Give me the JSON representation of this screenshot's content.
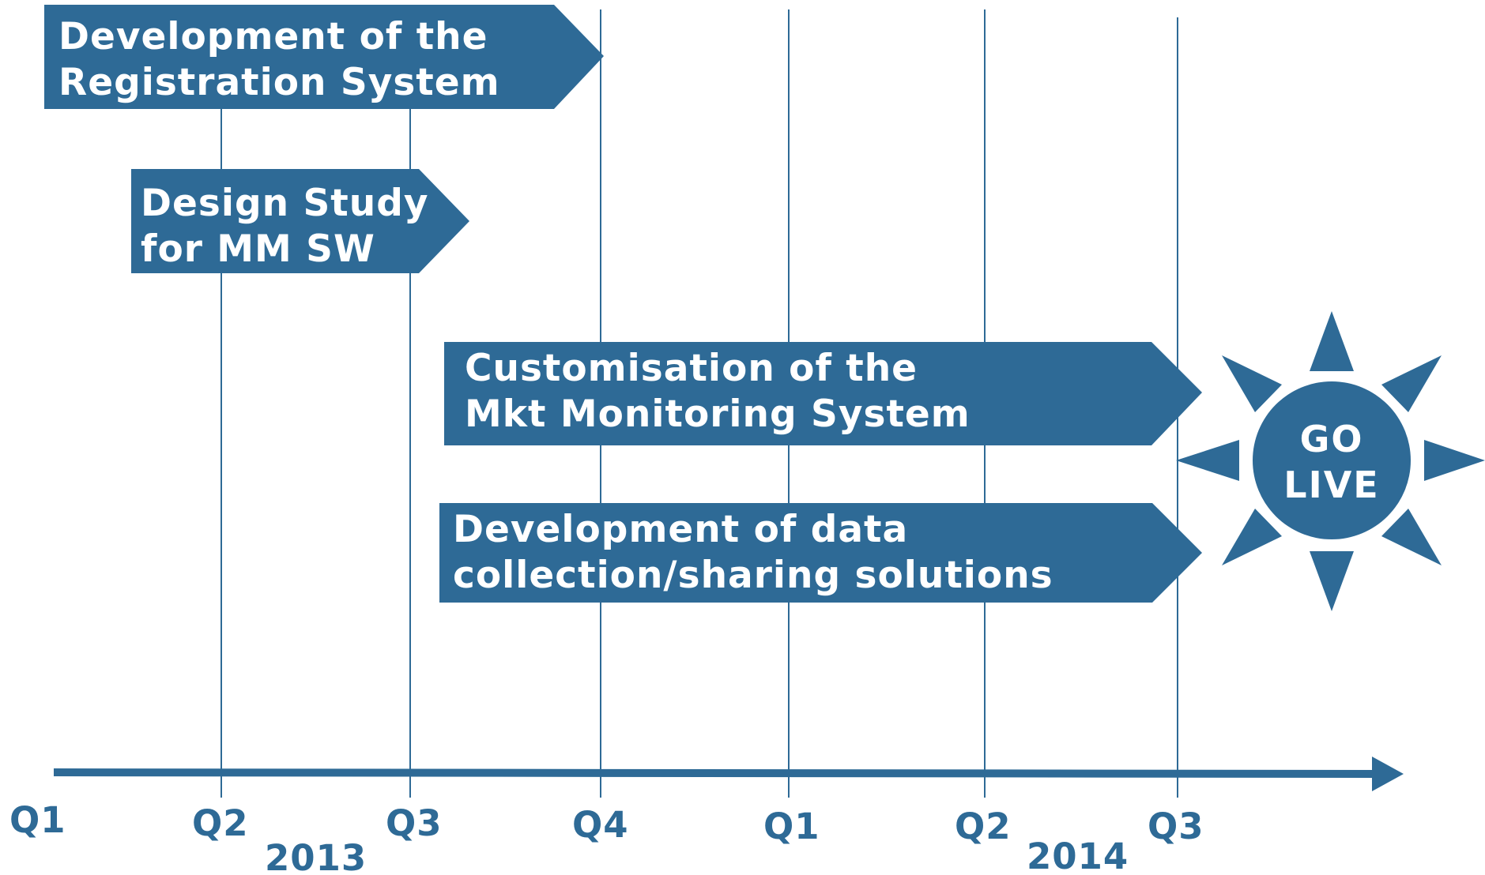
{
  "colors": {
    "primary": "#2e6a96",
    "text_on_primary": "#ffffff",
    "background": "#ffffff"
  },
  "phases": [
    {
      "lines": [
        "Development of the",
        "Registration System"
      ]
    },
    {
      "lines": [
        "Design Study",
        "for MM SW"
      ]
    },
    {
      "lines": [
        "Customisation of the",
        "Mkt Monitoring System"
      ]
    },
    {
      "lines": [
        "Development of data",
        "collection/sharing solutions"
      ]
    }
  ],
  "milestone": {
    "lines": [
      "GO",
      "LIVE"
    ],
    "icon": "sun-icon"
  },
  "timeline": {
    "quarters": [
      "Q1",
      "Q2",
      "Q3",
      "Q4",
      "Q1",
      "Q2",
      "Q3"
    ],
    "years": [
      "2013",
      "2014"
    ]
  }
}
